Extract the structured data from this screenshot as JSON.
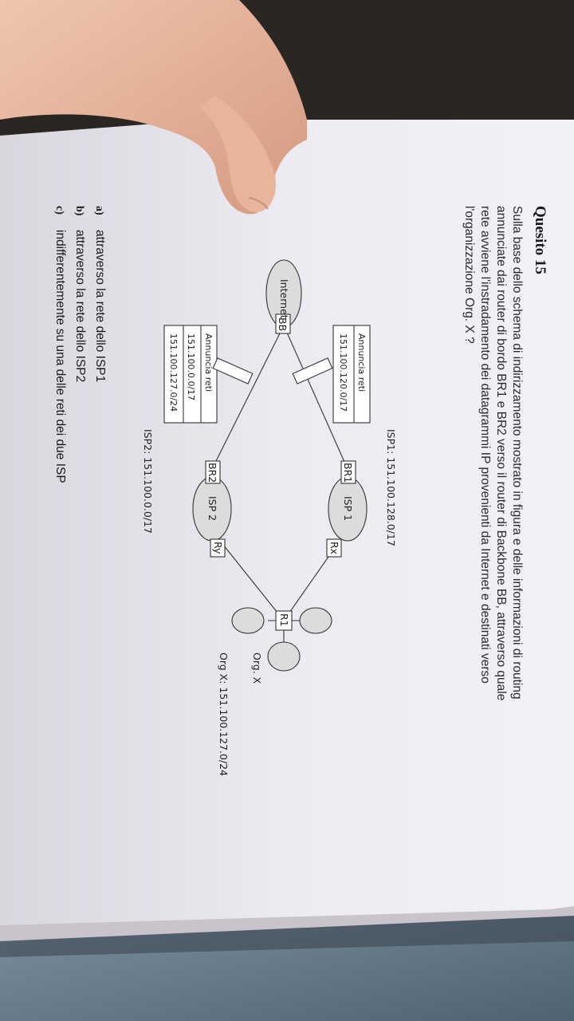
{
  "question": {
    "title": "Quesito 15",
    "body_lines": [
      "Sulla base dello schema di indirizzamento mostrato in figura e delle informazioni di routing",
      "annunciate dai router di bordo BR1 e BR2 verso il router di Backbone BB, attraverso quale",
      "rete avviene l'instradamento dei datagrammi IP provenienti da Internet e destinati verso",
      "l'organizzazione Org. X ?"
    ]
  },
  "diagram": {
    "internet_label": "Internet",
    "bb_label": "BB",
    "br1_label": "BR1",
    "br2_label": "BR2",
    "isp1_cloud": "ISP 1",
    "isp2_cloud": "ISP 2",
    "rx_label": "Rx",
    "ry_label": "Ry",
    "r1_label": "R1",
    "isp1_prefix": "ISP1: 151.100.128.0/17",
    "isp2_prefix": "ISP2: 151.100.0.0/17",
    "orgx_label": "Org. X",
    "orgx_prefix": "Org X: 151.100.127.0/24",
    "announce1": {
      "title": "Annuncia reti",
      "rows": [
        "151.100.120.0/17"
      ]
    },
    "announce2": {
      "title": "Annuncia reti",
      "rows": [
        "151.100.0.0/17",
        "151.100.127.0/24"
      ]
    }
  },
  "answers": [
    {
      "letter": "a)",
      "text": "attraverso la rete dello ISP1"
    },
    {
      "letter": "b)",
      "text": "attraverso la rete dello ISP2"
    },
    {
      "letter": "c)",
      "text": "indifferentemente su una delle reti dei due ISP"
    }
  ],
  "colors": {
    "paper": "#eceaf0",
    "paper_shadow": "#cfcbd4",
    "skin": "#e6b8a0",
    "fabric": "#6b8090",
    "background": "#2a2622",
    "ink": "#1f1f1f",
    "cloud": "#d8d8d8"
  }
}
